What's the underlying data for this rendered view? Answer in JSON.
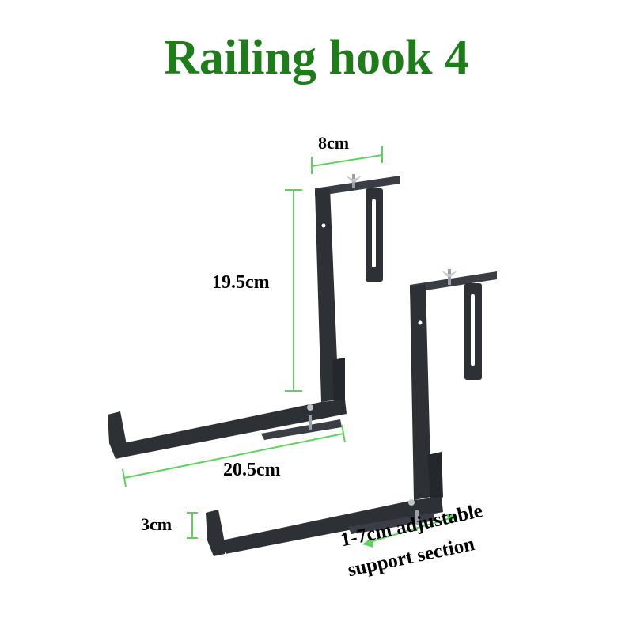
{
  "title": "Railing hook 4",
  "colors": {
    "title": "#1e7d1a",
    "dimension_lines": "#5fd15f",
    "bracket_metal": "#2d3035",
    "label_text": "#000000"
  },
  "dimensions": {
    "top_width": "8cm",
    "height": "19.5cm",
    "length": "20.5cm",
    "lip": "3cm",
    "adjustable_line1": "1-7cm adjustable",
    "adjustable_line2": "support section"
  }
}
